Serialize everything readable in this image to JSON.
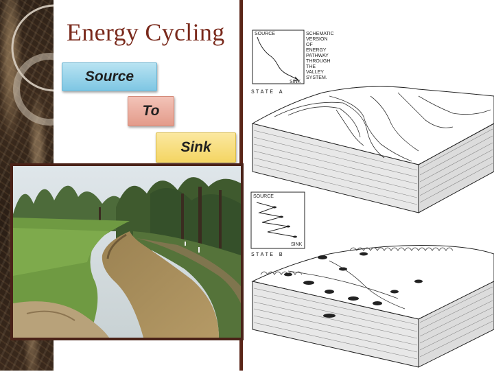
{
  "slide": {
    "title": "Energy Cycling",
    "labels": {
      "source": "Source",
      "to": "To",
      "sink": "Sink"
    },
    "figure": {
      "state_a": {
        "inset_source": "SOURCE",
        "inset_sink": "SINK",
        "caption": [
          "SCHEMATIC",
          "VERSION",
          "OF",
          "ENERGY",
          "PATHWAY",
          "THROUGH",
          "THE",
          "VALLEY",
          "SYSTEM."
        ],
        "state_label": "STATE A"
      },
      "state_b": {
        "inset_source": "SOURCE",
        "inset_sink": "SINK",
        "state_label": "STATE B"
      }
    },
    "colors": {
      "title": "#7a2a1c",
      "source_box": "#8ecfe8",
      "to_box": "#e9a897",
      "sink_box": "#f7dd77",
      "divider": "#5a2518"
    }
  }
}
